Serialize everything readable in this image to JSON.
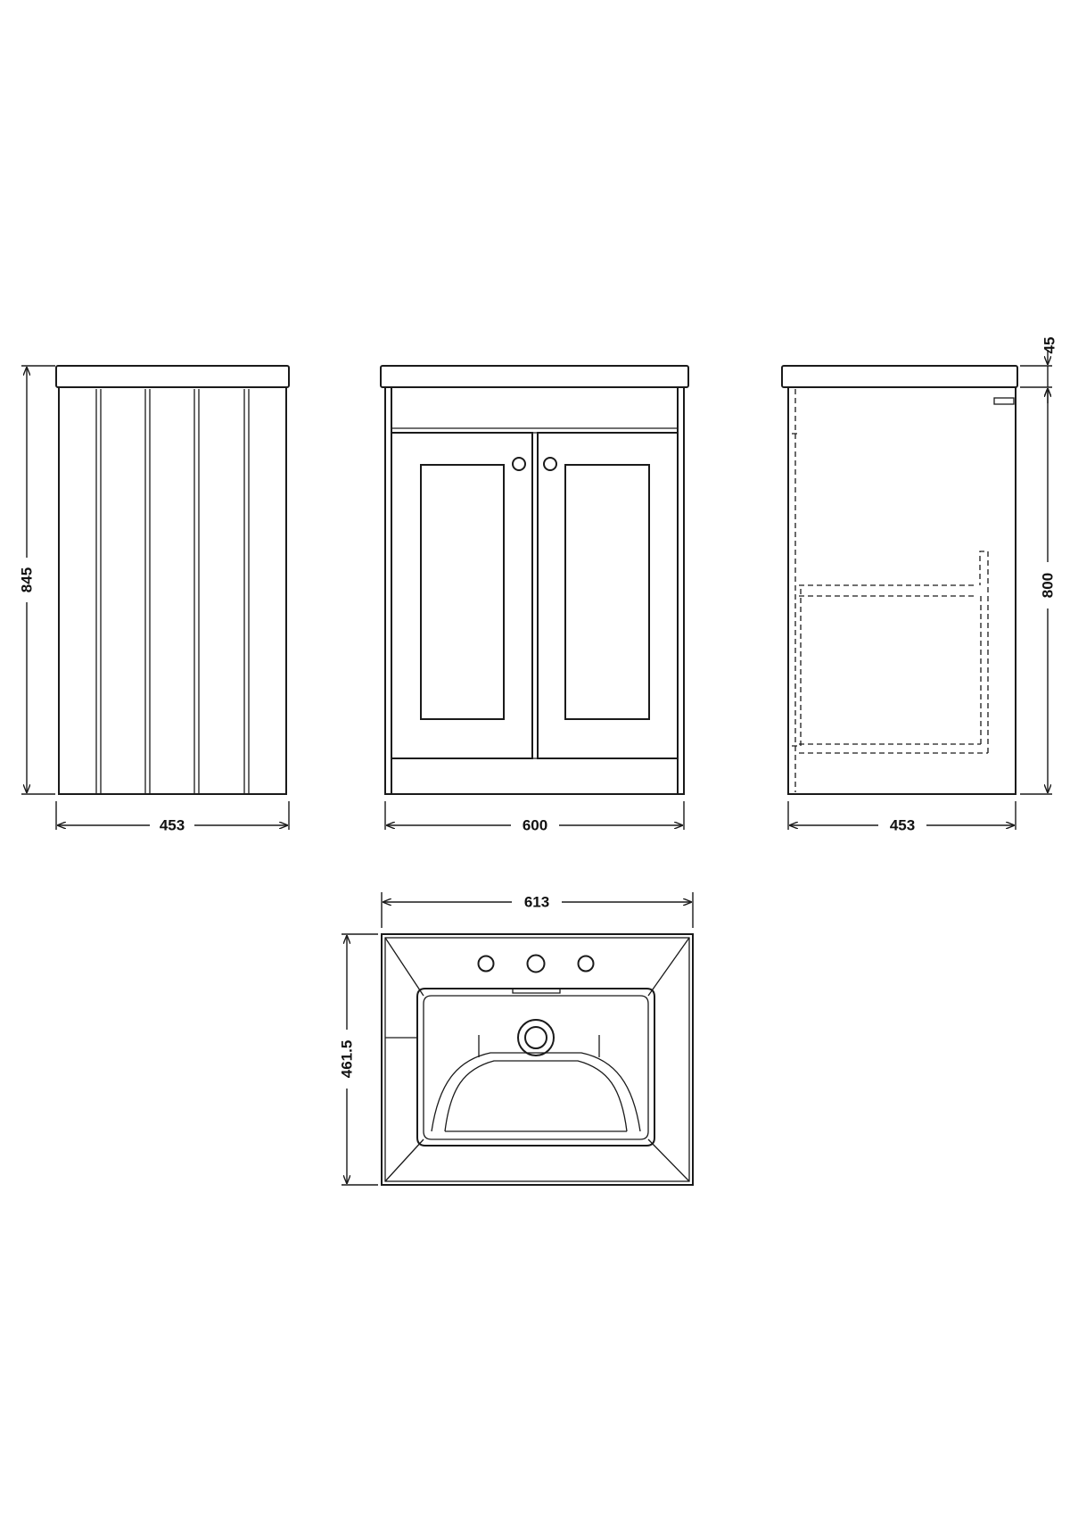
{
  "units": "mm",
  "dimensions": {
    "left_height": "845",
    "left_width": "453",
    "front_width": "600",
    "right_width": "453",
    "right_top_height": "45",
    "right_body_height": "800",
    "basin_width": "613",
    "basin_depth": "461.5"
  },
  "colors": {
    "line": "#1a1a1a",
    "background": "#ffffff"
  }
}
